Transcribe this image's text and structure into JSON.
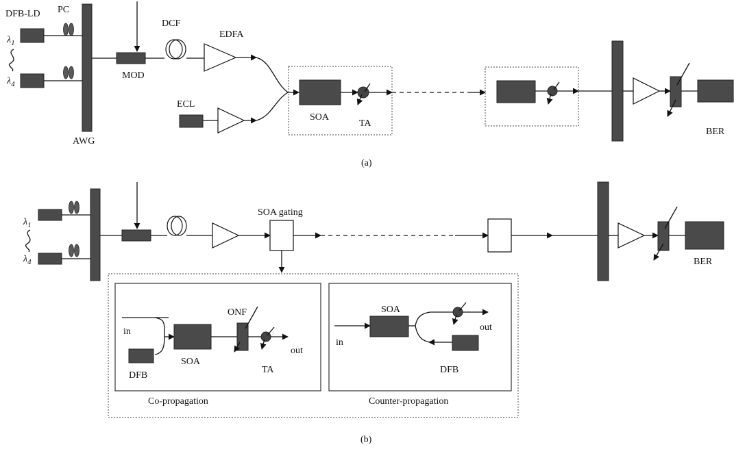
{
  "colors": {
    "device": "#4a4a4a",
    "line": "#111111"
  },
  "panel_a": {
    "dfb_ld": "DFB-LD",
    "pc": "PC",
    "lambda1": "λ",
    "lambda1_sub": "1",
    "lambda4": "λ",
    "lambda4_sub": "4",
    "awg": "AWG",
    "mod": "MOD",
    "dcf": "DCF",
    "edfa": "EDFA",
    "ecl": "ECL",
    "soa": "SOA",
    "ta": "TA",
    "ber": "BER",
    "caption": "(a)"
  },
  "panel_b": {
    "lambda1": "λ",
    "lambda1_sub": "1",
    "lambda4": "λ",
    "lambda4_sub": "4",
    "soa_gating": "SOA gating",
    "ber": "BER",
    "caption": "(b)",
    "co": {
      "in": "in",
      "dfb": "DFB",
      "soa": "SOA",
      "onf": "ONF",
      "ta": "TA",
      "out": "out",
      "title": "Co-propagation"
    },
    "counter": {
      "in": "in",
      "soa": "SOA",
      "out": "out",
      "dfb": "DFB",
      "title": "Counter-propagation"
    }
  }
}
